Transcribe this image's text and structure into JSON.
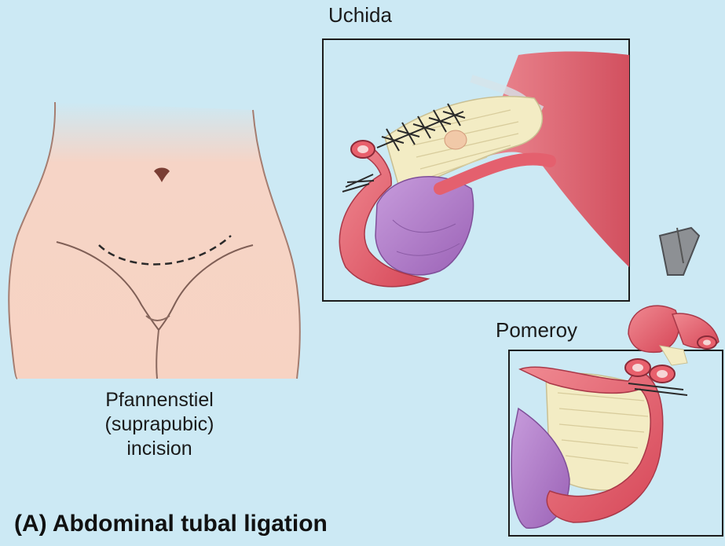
{
  "labels": {
    "uchida": "Uchida",
    "pomeroy": "Pomeroy",
    "incision_line1": "Pfannenstiel",
    "incision_line2": "(suprapubic)",
    "incision_line3": "incision",
    "caption": "(A) Abdominal tubal ligation"
  },
  "colors": {
    "background": "#cce9f4",
    "skin": "#f6d2c2",
    "tube": "#e4606e",
    "ovary": "#b07fc8",
    "ligament": "#f3ecc4",
    "uterus": "#e5707c"
  },
  "icons": [
    "abdomen-illustration",
    "uchida-tube-illustration",
    "pomeroy-tube-illustration",
    "forceps-icon"
  ]
}
